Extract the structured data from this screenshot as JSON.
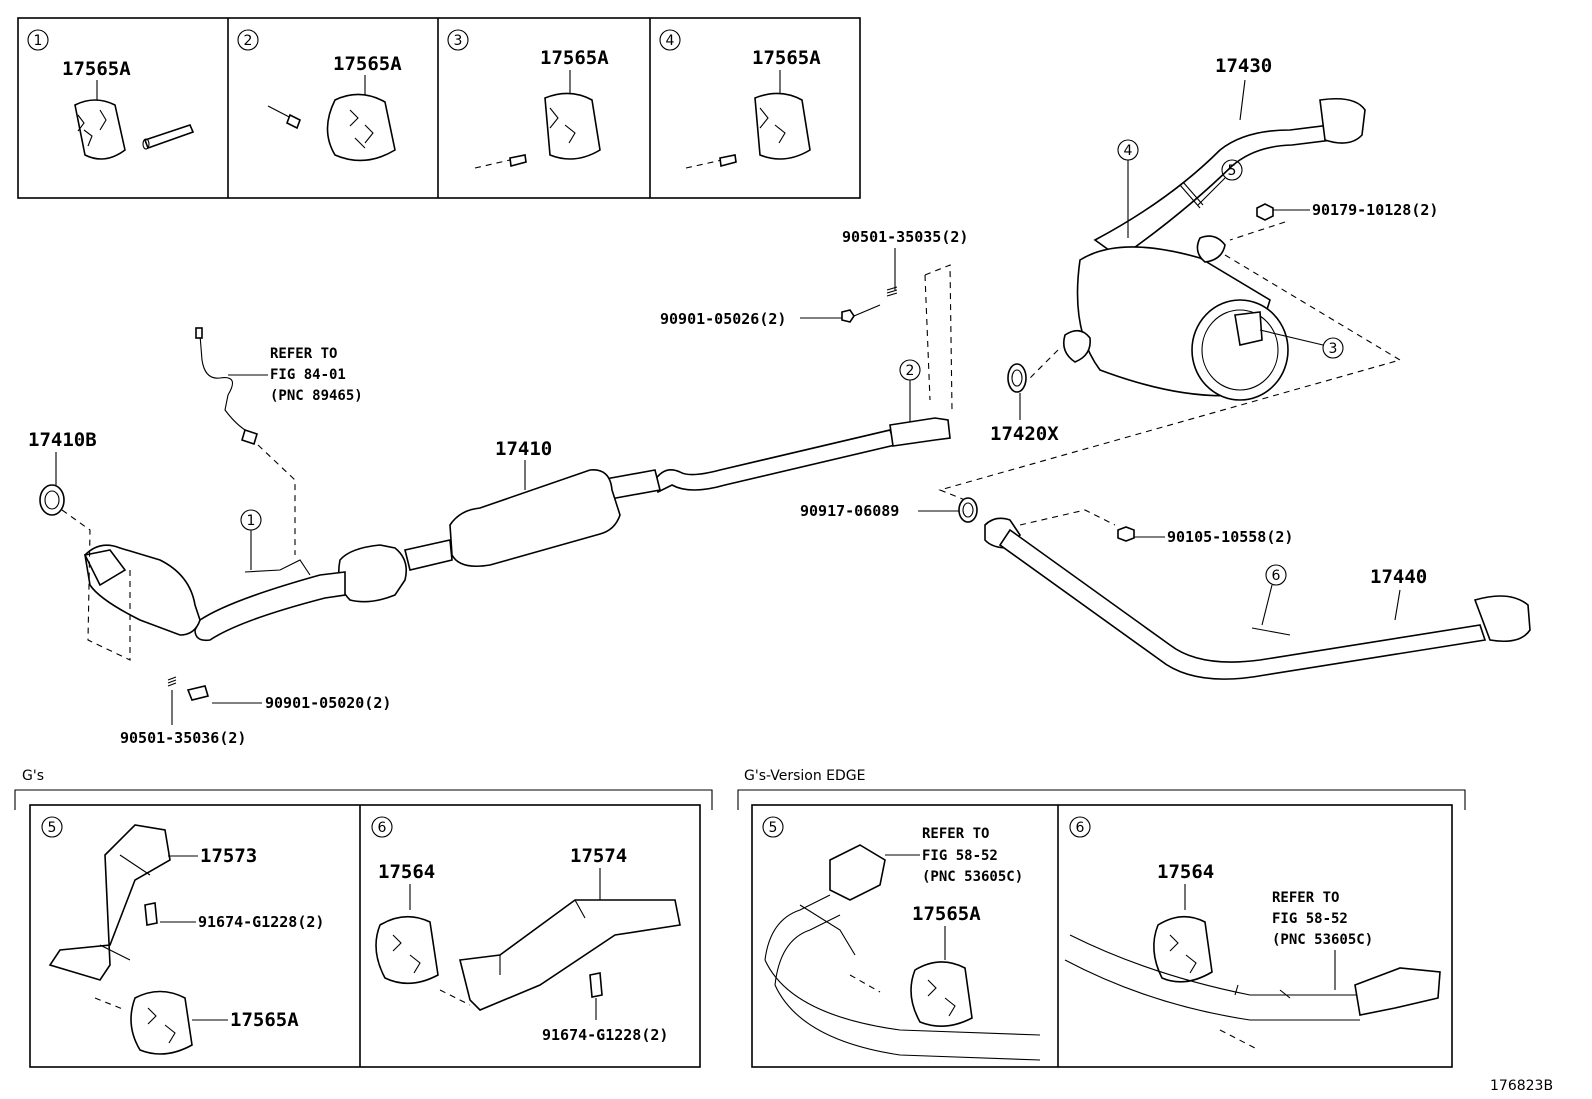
{
  "insets_top": [
    {
      "circle": "1",
      "part": "17565A"
    },
    {
      "circle": "2",
      "part": "17565A"
    },
    {
      "circle": "3",
      "part": "17565A"
    },
    {
      "circle": "4",
      "part": "17565A"
    }
  ],
  "main": {
    "p17430": "17430",
    "p17410B": "17410B",
    "p17410": "17410",
    "p17420X": "17420X",
    "p17440": "17440",
    "p90179": "90179-10128(2)",
    "p90501_35035": "90501-35035(2)",
    "p90901_05026": "90901-05026(2)",
    "p90917": "90917-06089",
    "p90105": "90105-10558(2)",
    "p90901_05020": "90901-05020(2)",
    "p90501_35036": "90501-35036(2)",
    "refer": [
      "REFER TO",
      "FIG 84-01",
      "(PNC 89465)"
    ],
    "circles": {
      "c1": "1",
      "c2": "2",
      "c3": "3",
      "c4": "4",
      "c5": "5",
      "c6": "6"
    }
  },
  "bottom_left": {
    "section_label": "G's",
    "panel5": {
      "circle": "5",
      "p17573": "17573",
      "p91674": "91674-G1228(2)",
      "p17565A": "17565A"
    },
    "panel6": {
      "circle": "6",
      "p17564": "17564",
      "p17574": "17574",
      "p91674": "91674-G1228(2)"
    }
  },
  "bottom_right": {
    "section_label": "G's-Version EDGE",
    "panel5": {
      "circle": "5",
      "refer": [
        "REFER TO",
        "FIG 58-52",
        "(PNC 53605C)"
      ],
      "p17565A": "17565A"
    },
    "panel6": {
      "circle": "6",
      "p17564": "17564",
      "refer": [
        "REFER TO",
        "FIG 58-52",
        "(PNC 53605C)"
      ]
    }
  },
  "figure_id": "176823B"
}
